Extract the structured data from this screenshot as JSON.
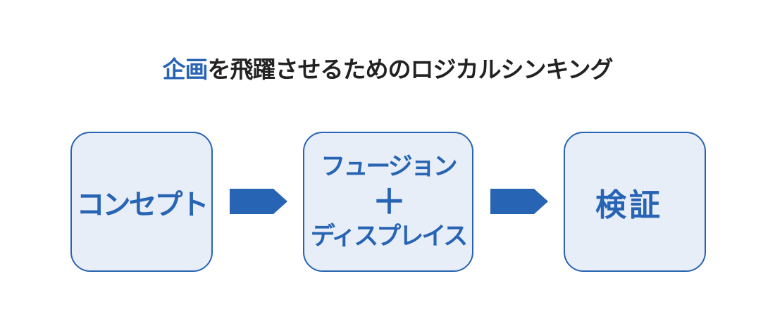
{
  "title": {
    "accent": "企画",
    "rest": "を飛躍させるためのロジカルシンキング"
  },
  "steps": [
    {
      "label": "コンセプト"
    },
    {
      "line1": "フュージョン",
      "plus": "＋",
      "line2": "ディスプレイス"
    },
    {
      "label": "検証"
    }
  ],
  "colors": {
    "accent": "#2864b4",
    "box_fill": "#e8eef7",
    "text": "#222222"
  }
}
